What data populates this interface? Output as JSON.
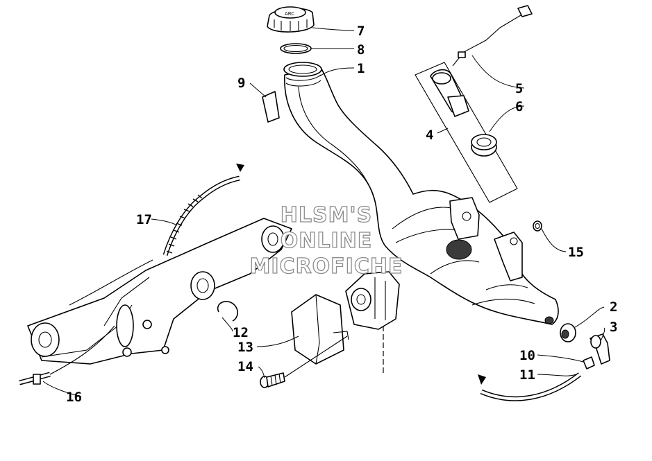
{
  "watermark": {
    "line1": "HLSM'S",
    "line2": "ONLINE",
    "line3": "MICROFICHE"
  },
  "callouts": [
    "1",
    "2",
    "3",
    "4",
    "5",
    "6",
    "7",
    "8",
    "9",
    "10",
    "11",
    "12",
    "13",
    "14",
    "15",
    "16",
    "17"
  ],
  "colors": {
    "ink": "#000000",
    "paper": "#ffffff",
    "watermark_outline": "#8c8c8c"
  }
}
